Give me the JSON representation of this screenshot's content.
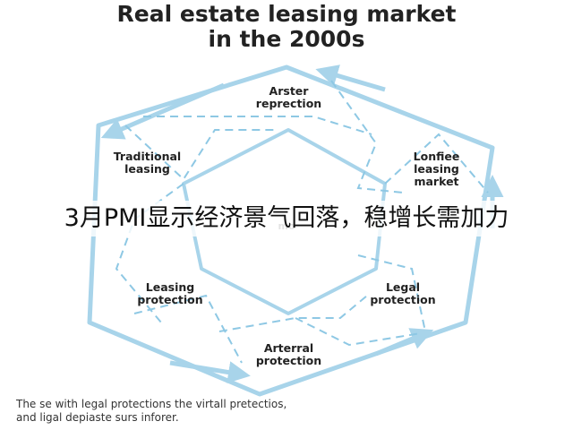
{
  "title": {
    "line1": "Real estate leasing market",
    "line2": "in the 2000s"
  },
  "nodes": [
    {
      "id": "top",
      "label": "Arster\nreprection"
    },
    {
      "id": "upper-left",
      "label": "Traditional\nleasing"
    },
    {
      "id": "upper-right",
      "label": "Lonfiee\nleasing\nmarket"
    },
    {
      "id": "lower-left",
      "label": "Leasing\nprotection"
    },
    {
      "id": "lower-right",
      "label": "Legal\nprotection"
    },
    {
      "id": "bottom",
      "label": "Arterral\nprotection"
    }
  ],
  "center_fragment": "mo",
  "overlay_text": "3月PMI显示经济景气回落，稳增长需加力",
  "caption": {
    "line1": "The se with legal protections the virtall pretectios,",
    "line2": "and ligal depiaste surs inforer."
  },
  "colors": {
    "hex_stroke": "#a8d4ea",
    "dash_stroke": "#8ec8e4",
    "text": "#222222"
  }
}
